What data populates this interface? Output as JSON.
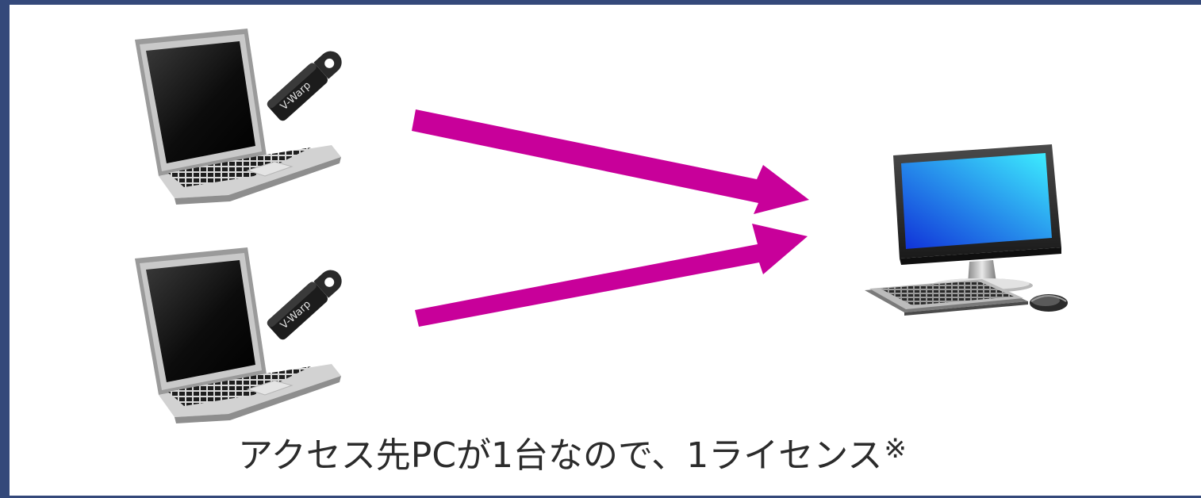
{
  "caption": {
    "text": "アクセス先PCが1台なので、1ライセンス",
    "note_mark": "※"
  },
  "devices": [
    {
      "type": "laptop",
      "usb_key_label": "V-Warp"
    },
    {
      "type": "laptop",
      "usb_key_label": "V-Warp"
    },
    {
      "type": "desktop-pc"
    }
  ],
  "colors": {
    "frame": "#34497a",
    "arrow": "#c8009a",
    "screen_blue": "#2a86f0",
    "laptop_body": "#c7c7c7"
  },
  "icons": [
    "laptop-icon",
    "usb-key-icon",
    "desktop-pc-icon",
    "arrow-icon"
  ]
}
